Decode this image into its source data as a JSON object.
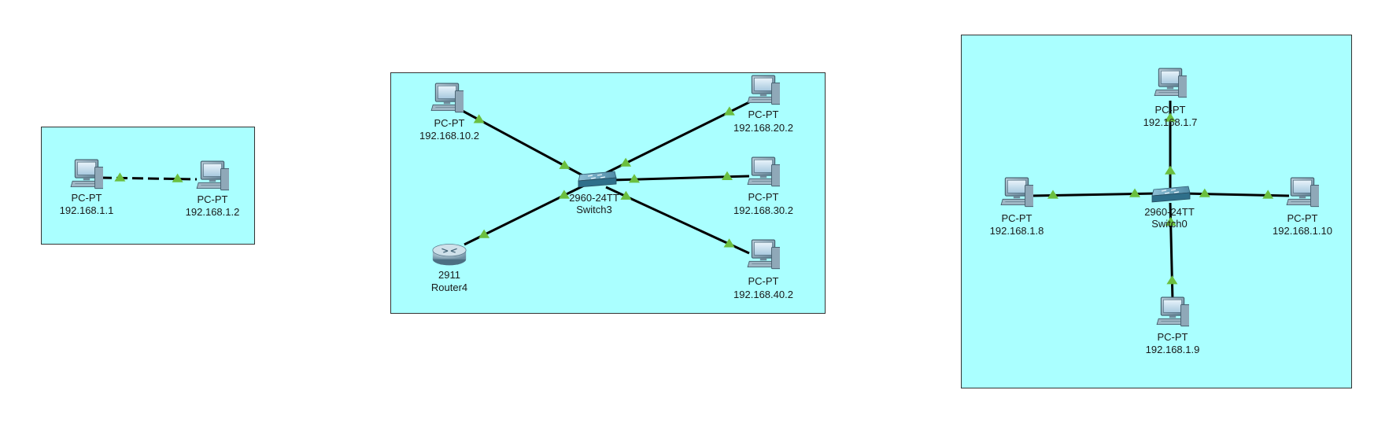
{
  "colors": {
    "zone_fill": "#aaffff",
    "link": "#000000",
    "link_indicator": "#6bbf3f"
  },
  "zones": [
    {
      "id": "zone-a"
    },
    {
      "id": "zone-b"
    },
    {
      "id": "zone-c"
    }
  ],
  "devices": [
    {
      "id": "pc-1",
      "icon": "pc-icon",
      "model": "PC-PT",
      "label": "192.168.1.1"
    },
    {
      "id": "pc-2",
      "icon": "pc-icon",
      "model": "PC-PT",
      "label": "192.168.1.2"
    },
    {
      "id": "pc-10-2",
      "icon": "pc-icon",
      "model": "PC-PT",
      "label": "192.168.10.2"
    },
    {
      "id": "pc-20-2",
      "icon": "pc-icon",
      "model": "PC-PT",
      "label": "192.168.20.2"
    },
    {
      "id": "pc-30-2",
      "icon": "pc-icon",
      "model": "PC-PT",
      "label": "192.168.30.2"
    },
    {
      "id": "pc-40-2",
      "icon": "pc-icon",
      "model": "PC-PT",
      "label": "192.168.40.2"
    },
    {
      "id": "switch3",
      "icon": "switch-icon",
      "model": "2960-24TT",
      "label": "Switch3"
    },
    {
      "id": "router4",
      "icon": "router-icon",
      "model": "2911",
      "label": "Router4"
    },
    {
      "id": "pc-1-7",
      "icon": "pc-icon",
      "model": "PC-PT",
      "label": "192.168.1.7"
    },
    {
      "id": "pc-1-8",
      "icon": "pc-icon",
      "model": "PC-PT",
      "label": "192.168.1.8"
    },
    {
      "id": "pc-1-10",
      "icon": "pc-icon",
      "model": "PC-PT",
      "label": "192.168.1.10"
    },
    {
      "id": "pc-1-9",
      "icon": "pc-icon",
      "model": "PC-PT",
      "label": "192.168.1.9"
    },
    {
      "id": "switch0",
      "icon": "switch-icon",
      "model": "2960-24TT",
      "label": "Switch0"
    }
  ],
  "links": [
    {
      "from": "pc-1",
      "to": "pc-2",
      "style": "dashed"
    },
    {
      "from": "pc-10-2",
      "to": "switch3",
      "style": "solid"
    },
    {
      "from": "pc-20-2",
      "to": "switch3",
      "style": "solid"
    },
    {
      "from": "pc-30-2",
      "to": "switch3",
      "style": "solid"
    },
    {
      "from": "pc-40-2",
      "to": "switch3",
      "style": "solid"
    },
    {
      "from": "router4",
      "to": "switch3",
      "style": "solid"
    },
    {
      "from": "pc-1-7",
      "to": "switch0",
      "style": "solid"
    },
    {
      "from": "pc-1-8",
      "to": "switch0",
      "style": "solid"
    },
    {
      "from": "pc-1-10",
      "to": "switch0",
      "style": "solid"
    },
    {
      "from": "pc-1-9",
      "to": "switch0",
      "style": "solid"
    }
  ]
}
